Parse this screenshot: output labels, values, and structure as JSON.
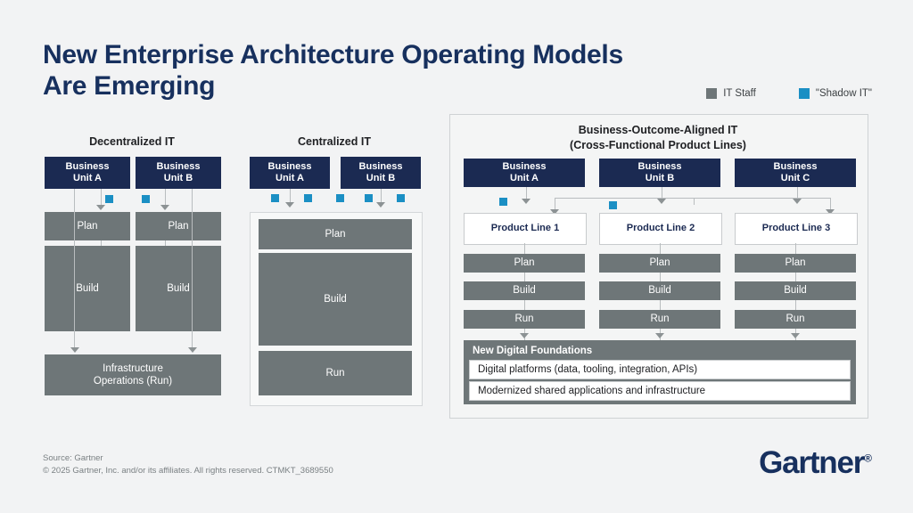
{
  "title": {
    "line1": "New Enterprise Architecture Operating Models",
    "line2": "Are Emerging"
  },
  "legend": {
    "items": [
      {
        "label": "IT Staff",
        "color": "#6e7678"
      },
      {
        "label": "\"Shadow IT\"",
        "color": "#1b8fc4"
      }
    ]
  },
  "panels": {
    "decentralized": {
      "title": "Decentralized IT",
      "units": [
        {
          "line1": "Business",
          "line2": "Unit A"
        },
        {
          "line1": "Business",
          "line2": "Unit B"
        }
      ],
      "stages": [
        "Plan",
        "Build"
      ],
      "shared": "Infrastructure\nOperations (Run)",
      "shared_line1": "Infrastructure",
      "shared_line2": "Operations (Run)"
    },
    "centralized": {
      "title": "Centralized IT",
      "units": [
        {
          "line1": "Business",
          "line2": "Unit A"
        },
        {
          "line1": "Business",
          "line2": "Unit B"
        }
      ],
      "stages": [
        "Plan",
        "Build",
        "Run"
      ]
    },
    "outcome_aligned": {
      "title_line1": "Business-Outcome-Aligned IT",
      "title_line2": "(Cross-Functional Product Lines)",
      "units": [
        {
          "line1": "Business",
          "line2": "Unit A"
        },
        {
          "line1": "Business",
          "line2": "Unit B"
        },
        {
          "line1": "Business",
          "line2": "Unit C"
        }
      ],
      "product_lines": [
        {
          "line1": "Product",
          "line2": "Line 1"
        },
        {
          "line1": "Product",
          "line2": "Line 2"
        },
        {
          "line1": "Product",
          "line2": "Line 3"
        }
      ],
      "stages": [
        "Plan",
        "Build",
        "Run"
      ],
      "foundations": {
        "title": "New Digital Foundations",
        "rows": [
          "Digital platforms (data, tooling, integration, APIs)",
          "Modernized shared applications and infrastructure"
        ]
      }
    }
  },
  "footer": {
    "source": "Source: Gartner",
    "copyright": "© 2025 Gartner, Inc. and/or its affiliates. All rights reserved. CTMKT_3689550"
  },
  "brand": {
    "name": "Gartner",
    "registered": "®"
  },
  "colors": {
    "navy": "#1b2a52",
    "gray": "#6e7678",
    "blue": "#1b8fc4",
    "background": "#f2f3f4",
    "title": "#17305e"
  }
}
